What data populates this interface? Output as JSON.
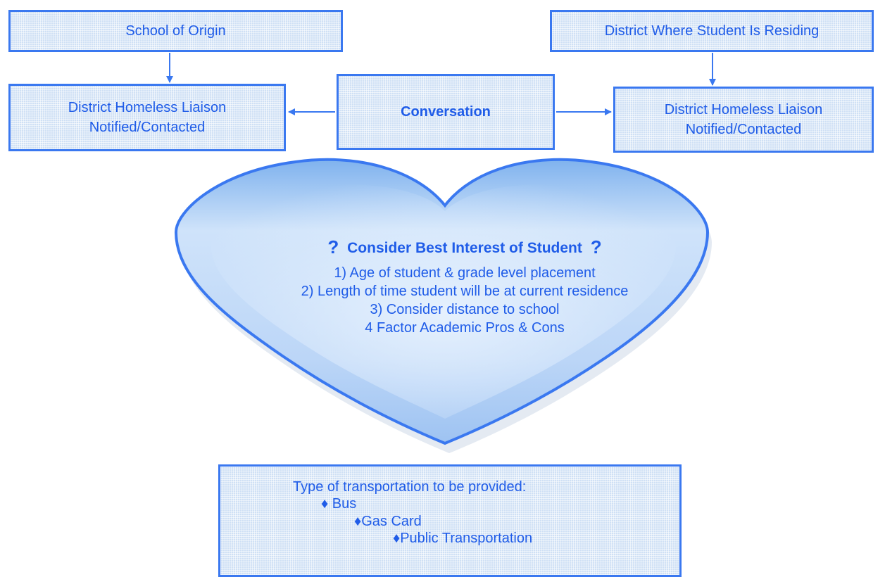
{
  "boxes": {
    "school_of_origin": "School of Origin",
    "district_residing": "District Where Student Is Residing",
    "liaison_left_line1": "District Homeless Liaison",
    "liaison_left_line2": "Notified/Contacted",
    "conversation": "Conversation",
    "liaison_right_line1": "District Homeless Liaison",
    "liaison_right_line2": "Notified/Contacted"
  },
  "heart": {
    "q_mark": "?",
    "title": "Consider Best Interest of Student",
    "items": [
      "1) Age of student & grade level placement",
      "2) Length of time student will be at current residence",
      "3) Consider distance to school",
      "4 Factor Academic Pros & Cons"
    ]
  },
  "transport": {
    "title": "Type of transportation to be provided:",
    "options": [
      "♦ Bus",
      "♦Gas Card",
      "♦Public Transportation"
    ]
  },
  "colors": {
    "accent": "#3a78f0",
    "text": "#1f5ce8",
    "box_fill": "#cfe0f5"
  }
}
